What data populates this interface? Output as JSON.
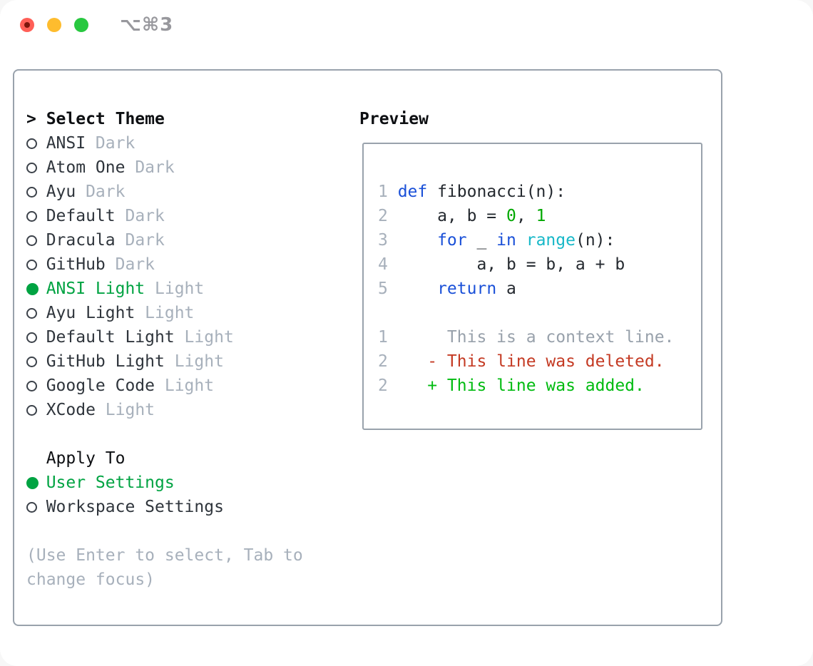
{
  "window": {
    "title": "⌥⌘3"
  },
  "colors": {
    "text": "#2f353c",
    "heading": "#0d0f12",
    "muted": "#a7b0bb",
    "border": "#99a2ac",
    "selection": "#00a342",
    "keyword": "#1a50d8",
    "builtin": "#17b8c8",
    "number": "#00a800",
    "plain": "#24292f",
    "context": "#98a1ab",
    "deleted": "#c43a23",
    "added": "#00bb10",
    "traffic_red": "#ff5f57",
    "traffic_red_dot": "#7d150b",
    "traffic_yellow": "#febc2e",
    "traffic_green": "#28c840",
    "title_gray": "#98989d",
    "bg": "#ffffff"
  },
  "theme_panel": {
    "header": {
      "prompt": ">",
      "label": "Select Theme"
    },
    "themes": [
      {
        "name": "ANSI",
        "variant": "Dark",
        "selected": false
      },
      {
        "name": "Atom One",
        "variant": "Dark",
        "selected": false
      },
      {
        "name": "Ayu",
        "variant": "Dark",
        "selected": false
      },
      {
        "name": "Default",
        "variant": "Dark",
        "selected": false
      },
      {
        "name": "Dracula",
        "variant": "Dark",
        "selected": false
      },
      {
        "name": "GitHub",
        "variant": "Dark",
        "selected": false
      },
      {
        "name": "ANSI Light",
        "variant": "Light",
        "selected": true
      },
      {
        "name": "Ayu Light",
        "variant": "Light",
        "selected": false
      },
      {
        "name": "Default Light",
        "variant": "Light",
        "selected": false
      },
      {
        "name": "GitHub Light",
        "variant": "Light",
        "selected": false
      },
      {
        "name": "Google Code",
        "variant": "Light",
        "selected": false
      },
      {
        "name": "XCode",
        "variant": "Light",
        "selected": false
      }
    ],
    "apply_to": {
      "label": "Apply To",
      "options": [
        {
          "label": "User Settings",
          "selected": true
        },
        {
          "label": "Workspace Settings",
          "selected": false
        }
      ]
    },
    "help_lines": [
      "(Use Enter to select, Tab to",
      "change focus)"
    ]
  },
  "preview": {
    "label": "Preview",
    "lines": [
      {
        "num": "1",
        "segments": [
          {
            "t": "def",
            "c": "keyword"
          },
          {
            "t": " fibonacci(n):",
            "c": "plain"
          }
        ]
      },
      {
        "num": "2",
        "segments": [
          {
            "t": "    a, b = ",
            "c": "plain"
          },
          {
            "t": "0",
            "c": "number"
          },
          {
            "t": ", ",
            "c": "plain"
          },
          {
            "t": "1",
            "c": "number"
          }
        ]
      },
      {
        "num": "3",
        "segments": [
          {
            "t": "    ",
            "c": "plain"
          },
          {
            "t": "for",
            "c": "keyword"
          },
          {
            "t": " _ ",
            "c": "plain"
          },
          {
            "t": "in",
            "c": "keyword"
          },
          {
            "t": " ",
            "c": "plain"
          },
          {
            "t": "range",
            "c": "builtin"
          },
          {
            "t": "(n):",
            "c": "plain"
          }
        ]
      },
      {
        "num": "4",
        "segments": [
          {
            "t": "        a, b = b, a + b",
            "c": "plain"
          }
        ]
      },
      {
        "num": "5",
        "segments": [
          {
            "t": "    ",
            "c": "plain"
          },
          {
            "t": "return",
            "c": "keyword"
          },
          {
            "t": " a",
            "c": "plain"
          }
        ]
      },
      {
        "num": "",
        "segments": []
      },
      {
        "num": "1",
        "segments": [
          {
            "t": "     This is a context line.",
            "c": "context"
          }
        ]
      },
      {
        "num": "2",
        "segments": [
          {
            "t": "   - This line was deleted.",
            "c": "deleted"
          }
        ]
      },
      {
        "num": "2",
        "segments": [
          {
            "t": "   + This line was added.",
            "c": "added"
          }
        ]
      }
    ]
  }
}
